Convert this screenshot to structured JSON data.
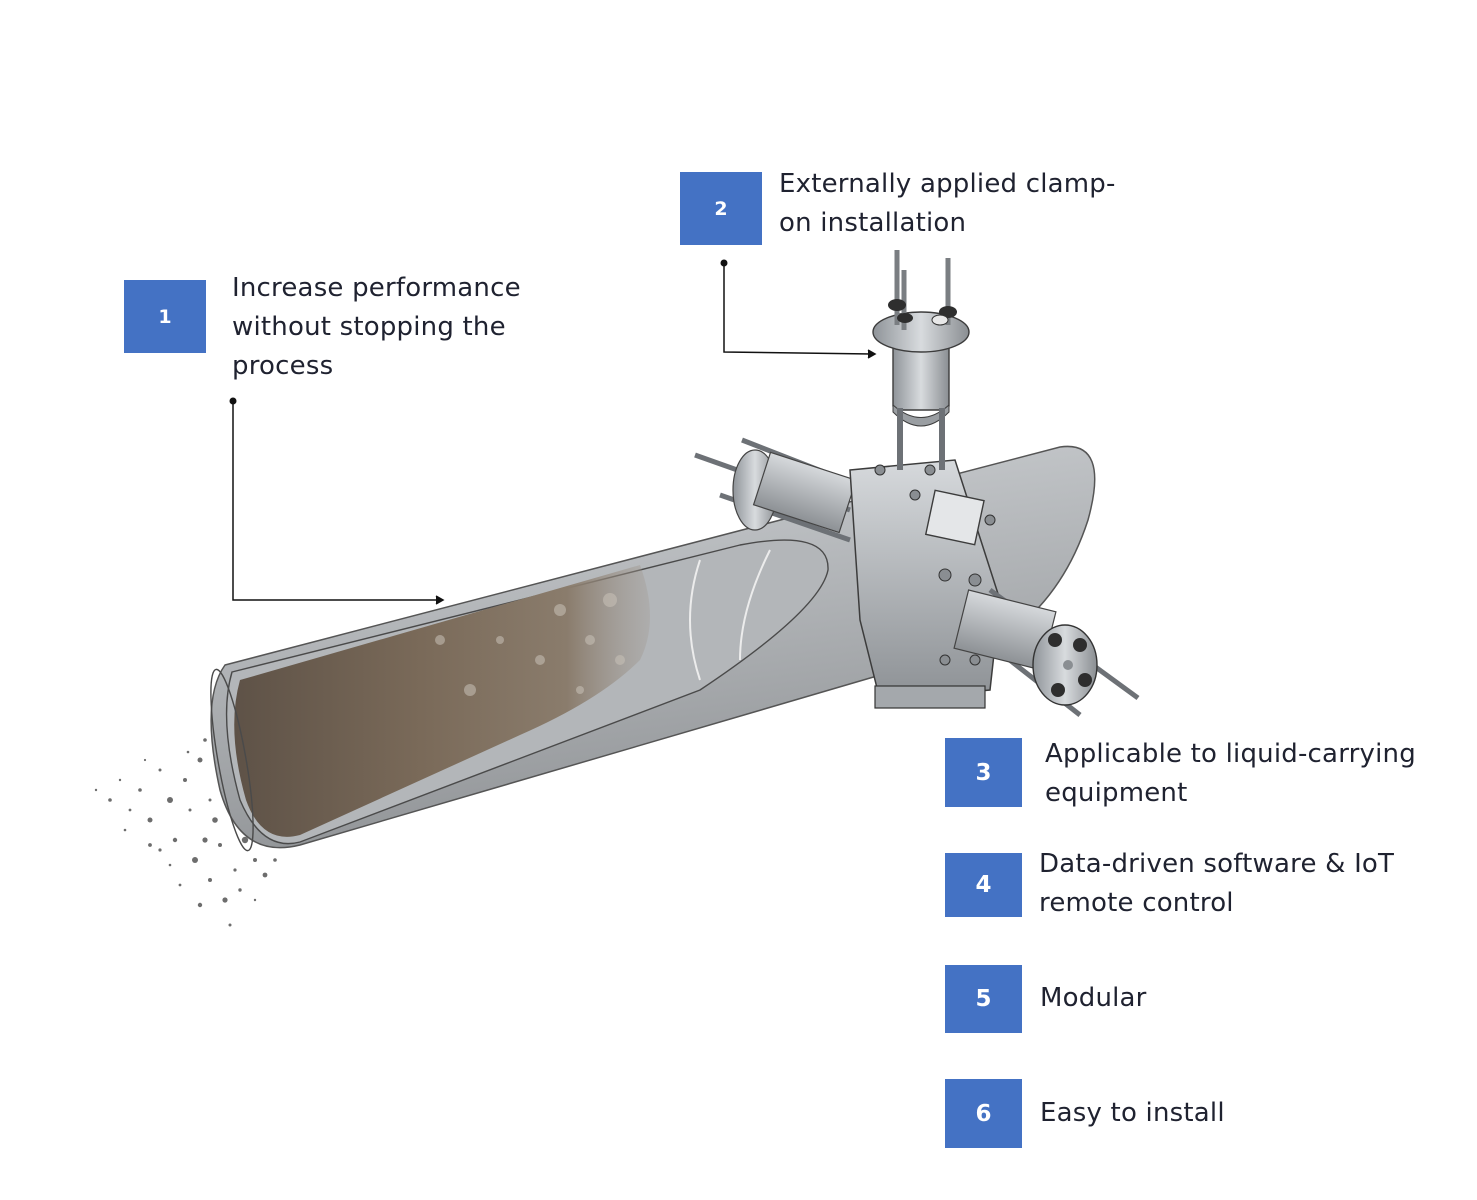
{
  "colors": {
    "badge_fill": "#4472c4",
    "badge_text": "#ffffff",
    "label_text": "#1f2230",
    "leader_line": "#111111"
  },
  "features": [
    {
      "number": "1",
      "text": "Increase performance without stopping the process",
      "lines": [
        "Increase performance",
        "without stopping the",
        "process"
      ]
    },
    {
      "number": "2",
      "text": "Externally applied clamp-on installation",
      "lines": [
        "Externally applied clamp-",
        "on installation"
      ]
    },
    {
      "number": "3",
      "text": "Applicable to liquid-carrying equipment",
      "lines": [
        "Applicable to liquid-carrying",
        "equipment"
      ]
    },
    {
      "number": "4",
      "text": "Data-driven software & IoT remote control",
      "lines": [
        "Data-driven software & IoT",
        "remote control"
      ]
    },
    {
      "number": "5",
      "text": "Modular",
      "lines": [
        "Modular"
      ]
    },
    {
      "number": "6",
      "text": "Easy to install",
      "lines": [
        "Easy to install"
      ]
    }
  ]
}
